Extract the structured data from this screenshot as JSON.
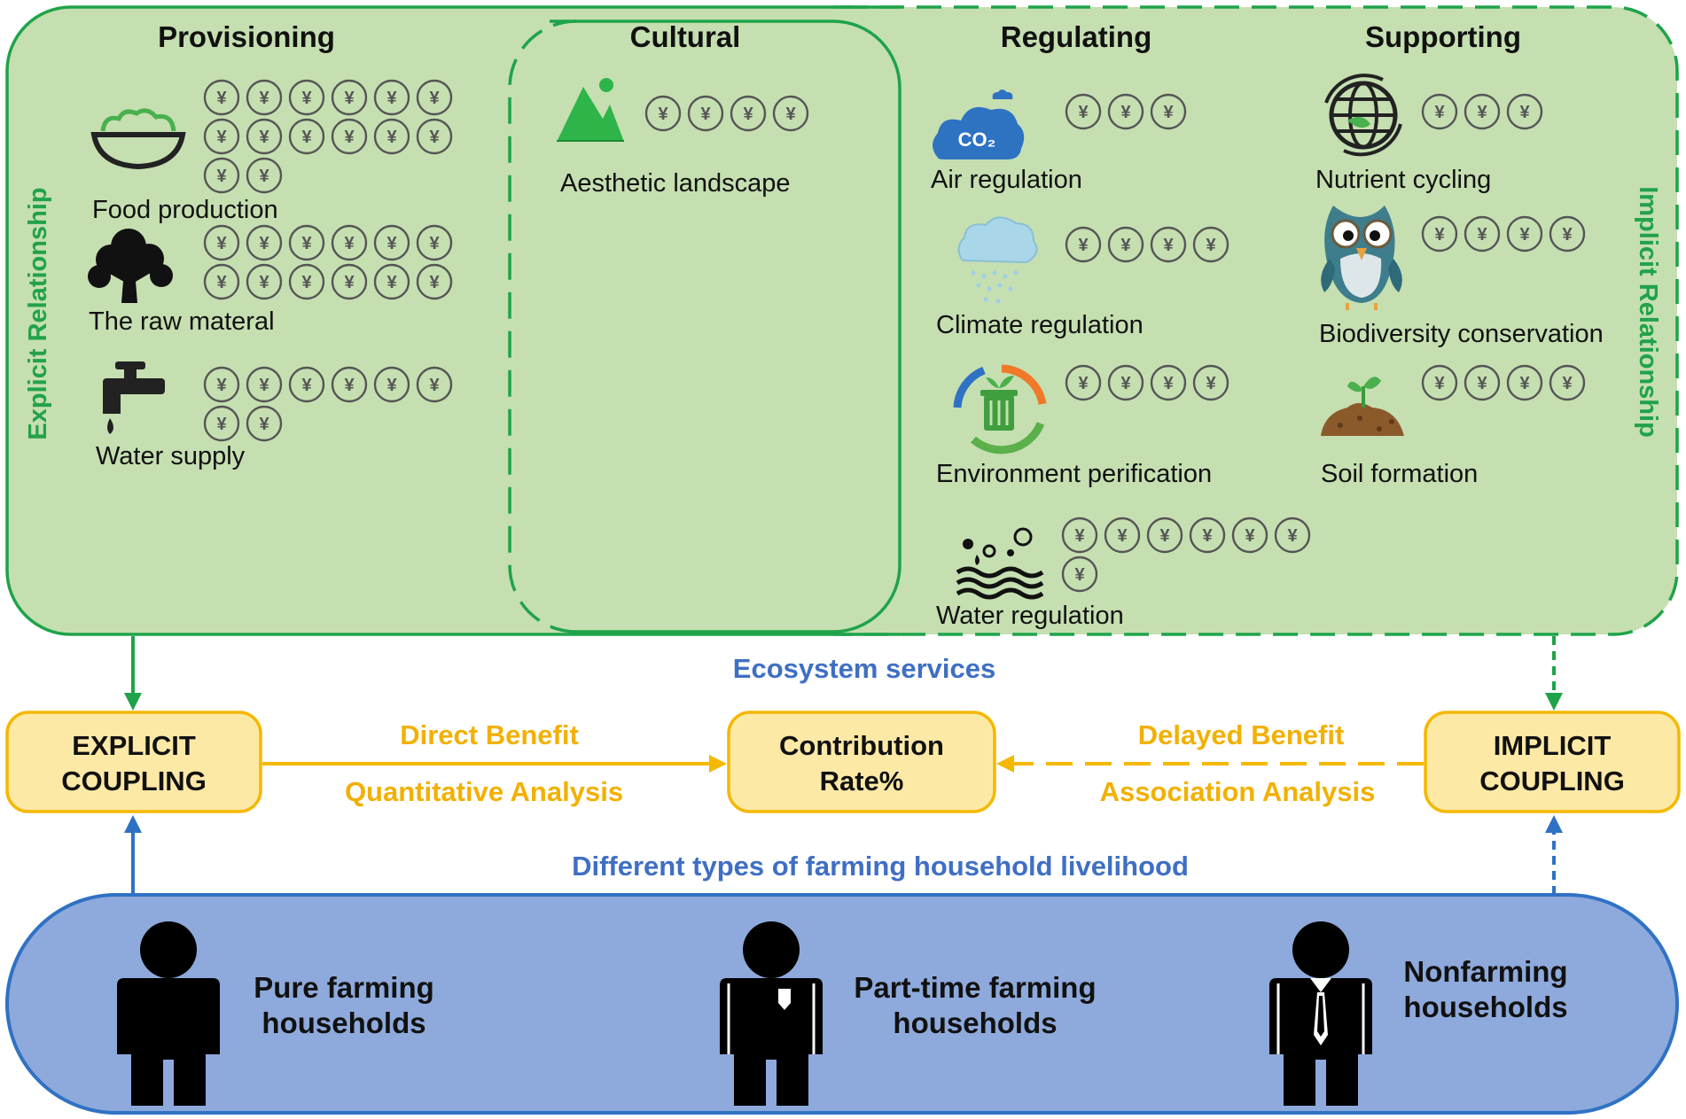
{
  "categories": {
    "provisioning": "Provisioning",
    "cultural": "Cultural",
    "regulating": "Regulating",
    "supporting": "Supporting"
  },
  "services": {
    "food_production": {
      "label": "Food production",
      "coins": 14
    },
    "raw_material": {
      "label": "The raw materal",
      "coins": 12
    },
    "water_supply": {
      "label": "Water supply",
      "coins": 8
    },
    "aesthetic_landscape": {
      "label": "Aesthetic landscape",
      "coins": 4
    },
    "air_regulation": {
      "label": "Air regulation",
      "coins": 3
    },
    "climate_regulation": {
      "label": "Climate regulation",
      "coins": 4
    },
    "environment_purification": {
      "label": "Environment perification",
      "coins": 4
    },
    "water_regulation": {
      "label": "Water regulation",
      "coins": 7
    },
    "nutrient_cycling": {
      "label": "Nutrient cycling",
      "coins": 3
    },
    "biodiversity_conservation": {
      "label": "Biodiversity conservation",
      "coins": 4
    },
    "soil_formation": {
      "label": "Soil formation",
      "coins": 4
    }
  },
  "currency_symbol": "¥",
  "co2_label": "CO₂",
  "side_labels": {
    "explicit": "Explicit  Relationship",
    "implicit": "Implicit Relationship"
  },
  "ecosystem_services_label": "Ecosystem services",
  "explicit_coupling": {
    "line1": "EXPLICIT",
    "line2": "COUPLING"
  },
  "implicit_coupling": {
    "line1": "IMPLICIT",
    "line2": "COUPLING"
  },
  "contribution": {
    "line1": "Contribution",
    "line2": "Rate%"
  },
  "direct_benefit": "Direct Benefit",
  "quantitative_analysis": "Quantitative Analysis",
  "delayed_benefit": "Delayed Benefit",
  "association_analysis": "Association Analysis",
  "livelihood_label": "Different types of farming household livelihood",
  "households": {
    "pure": {
      "line1": "Pure farming",
      "line2": "households"
    },
    "part_time": {
      "line1": "Part-time farming",
      "line2": "households"
    },
    "nonfarming": {
      "line1": "Nonfarming",
      "line2": "households"
    }
  },
  "colors": {
    "green_fill": "#c5dfb1",
    "green_stroke": "#1fa34a",
    "yellow_fill": "#fde9a6",
    "yellow_stroke": "#f5b800",
    "blue_fill": "#8ea9db",
    "blue_stroke": "#2f72c4"
  }
}
